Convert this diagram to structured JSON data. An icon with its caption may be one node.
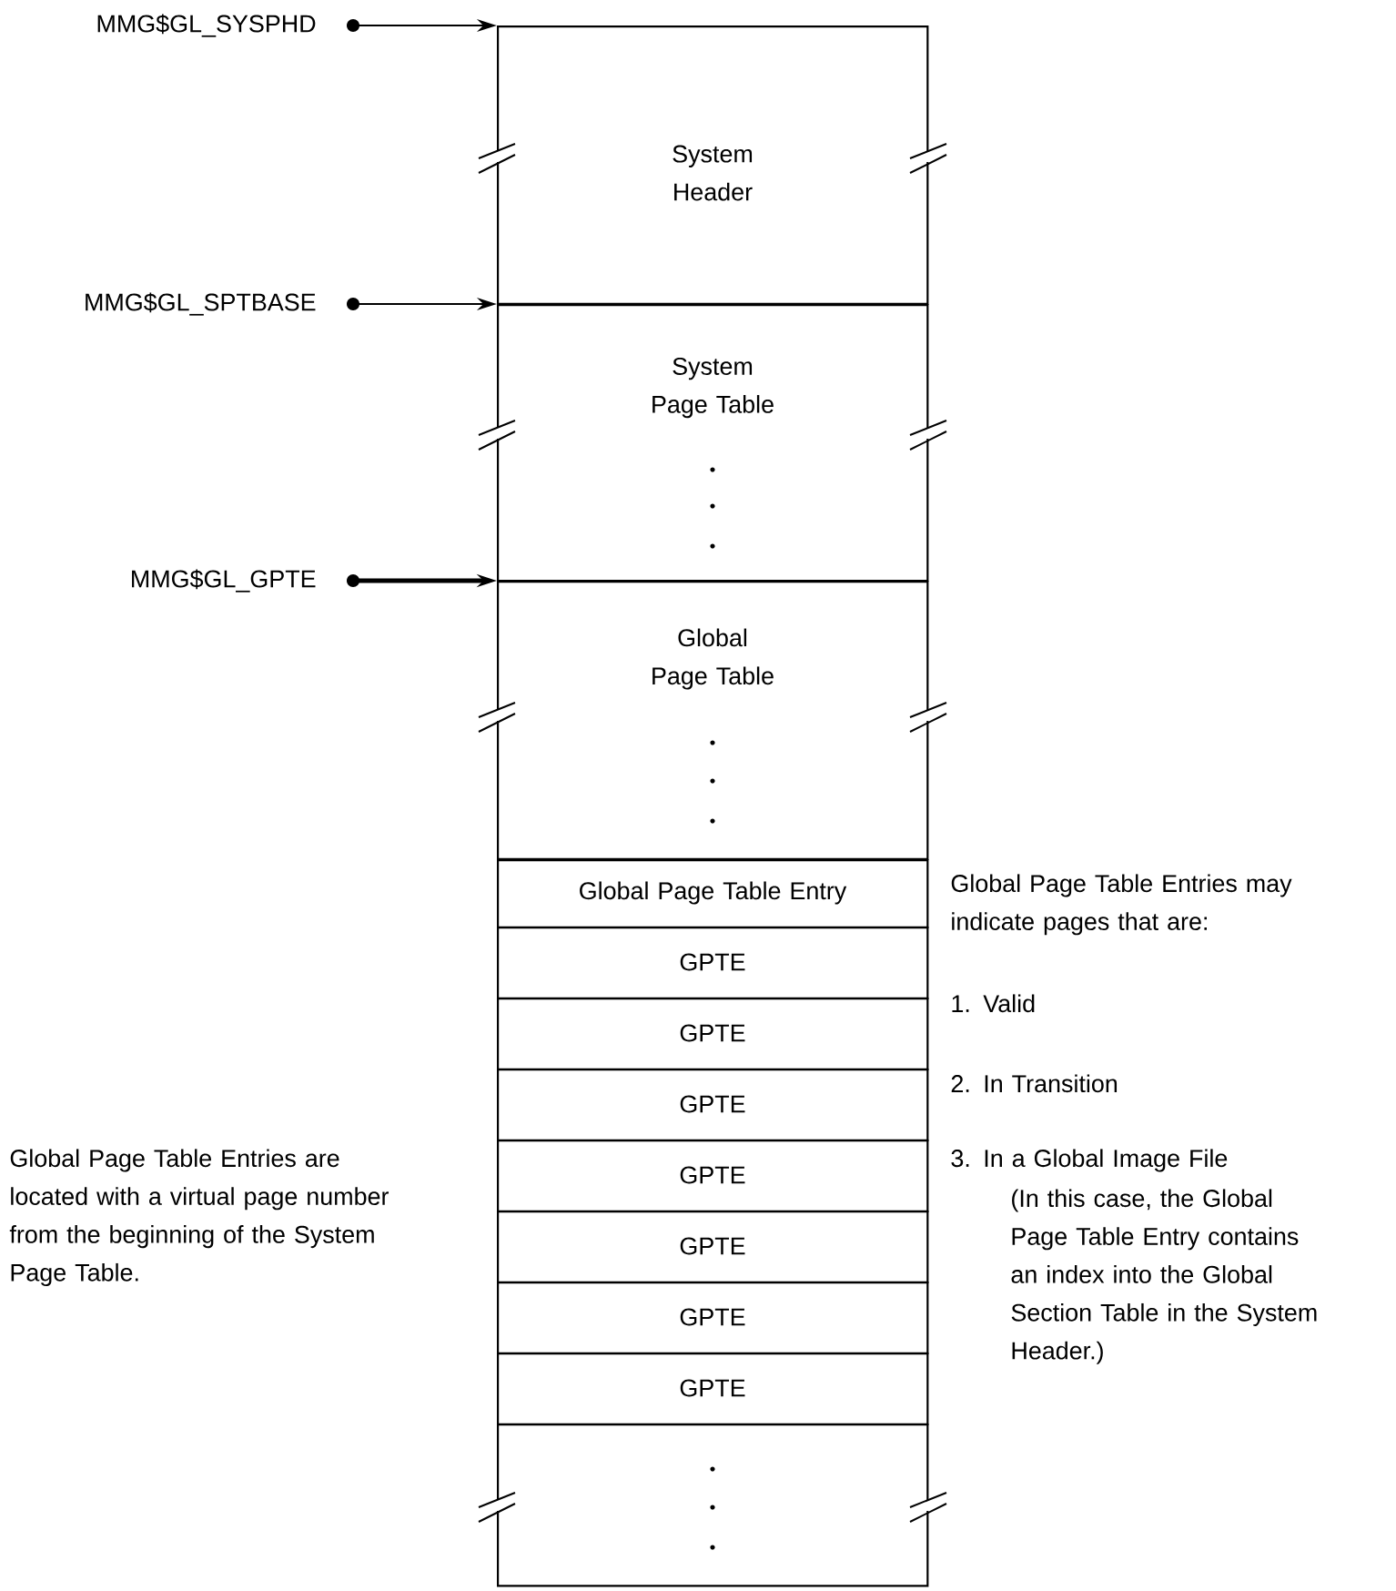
{
  "diagram": {
    "nodes": [
      {
        "text": [
          "MMG$GL_SYSPHD"
        ]
      },
      {
        "text": [
          "MMG$GL_SPTBASE"
        ]
      },
      {
        "text": [
          "MMG$GL_GPTE"
        ]
      },
      {
        "text": [
          "System Header"
        ]
      },
      {
        "text": [
          "System Page Table"
        ]
      },
      {
        "text": [
          "Global Page Table"
        ]
      },
      {
        "text": [
          "Global Page Table Entry"
        ]
      },
      {
        "text": [
          "GPTE"
        ]
      },
      {
        "text": [
          "GPTE"
        ]
      },
      {
        "text": [
          "GPTE"
        ]
      },
      {
        "text": [
          "GPTE"
        ]
      },
      {
        "text": [
          "GPTE"
        ]
      },
      {
        "text": [
          "GPTE"
        ]
      },
      {
        "text": [
          "GPTE"
        ]
      },
      {
        "text": [],
        "shape": "box"
      }
    ],
    "edges": [
      {
        "from": 0,
        "to": 3,
        "arrow": "to"
      },
      {
        "from": 1,
        "to": 4,
        "arrow": "to"
      },
      {
        "from": 2,
        "to": 5,
        "arrow": "to",
        "style": "thick"
      }
    ],
    "labels": [
      "Global Page Table Entries may indicate pages that are:",
      "1. Valid",
      "2. In Transition",
      "3. In a Global Image File",
      "(In this case, the Global Page Table Entry contains an index into the Global Section Table in the System Header.)",
      "Global Page Table Entries are located with a virtual page number from the beginning of the System Page Table."
    ]
  }
}
